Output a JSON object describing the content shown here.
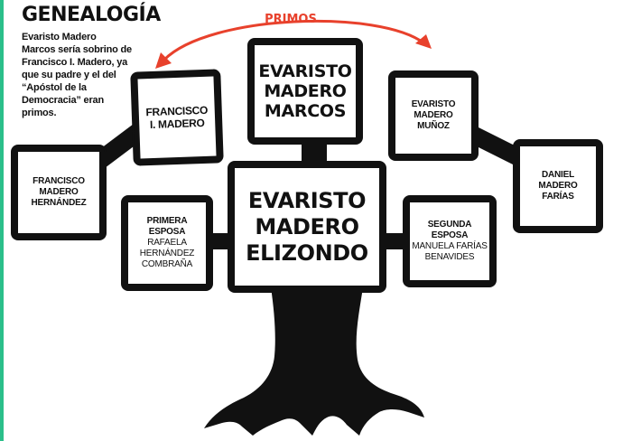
{
  "header": {
    "title": "GENEALOGÍA",
    "intro": "Evaristo Madero Marcos sería sobrino de Francisco I. Madero, ya que su padre y el del “Apóstol de la Democracia” eran primos."
  },
  "cousin_link": {
    "label": "PRIMOS"
  },
  "people": {
    "center": {
      "name_line1": "EVARISTO",
      "name_line2": "MADERO",
      "name_line3": "ELIZONDO"
    },
    "top_center": {
      "name_line1": "EVARISTO",
      "name_line2": "MADERO",
      "name_line3": "MARCOS"
    },
    "francisco": {
      "name_line1": "FRANCISCO",
      "name_line2": "I. MADERO"
    },
    "francisco_father": {
      "name_line1": "FRANCISCO",
      "name_line2": "MADERO",
      "name_line3": "HERNÁNDEZ"
    },
    "first_wife": {
      "role": "PRIMERA ESPOSA",
      "name_line1": "RAFAELA",
      "name_line2": "HERNÁNDEZ",
      "name_line3": "COMBRAÑA"
    },
    "evaristo_munoz": {
      "name_line1": "EVARISTO",
      "name_line2": "MADERO",
      "name_line3": "MUÑOZ"
    },
    "daniel": {
      "name_line1": "DANIEL",
      "name_line2": "MADERO",
      "name_line3": "FARÍAS"
    },
    "second_wife": {
      "role": "SEGUNDA ESPOSA",
      "name_line1": "MANUELA FARÍAS",
      "name_line2": "BENAVIDES"
    }
  },
  "colors": {
    "accent": "#2bbf8a",
    "arrow": "#e8412c",
    "ink": "#111111"
  }
}
